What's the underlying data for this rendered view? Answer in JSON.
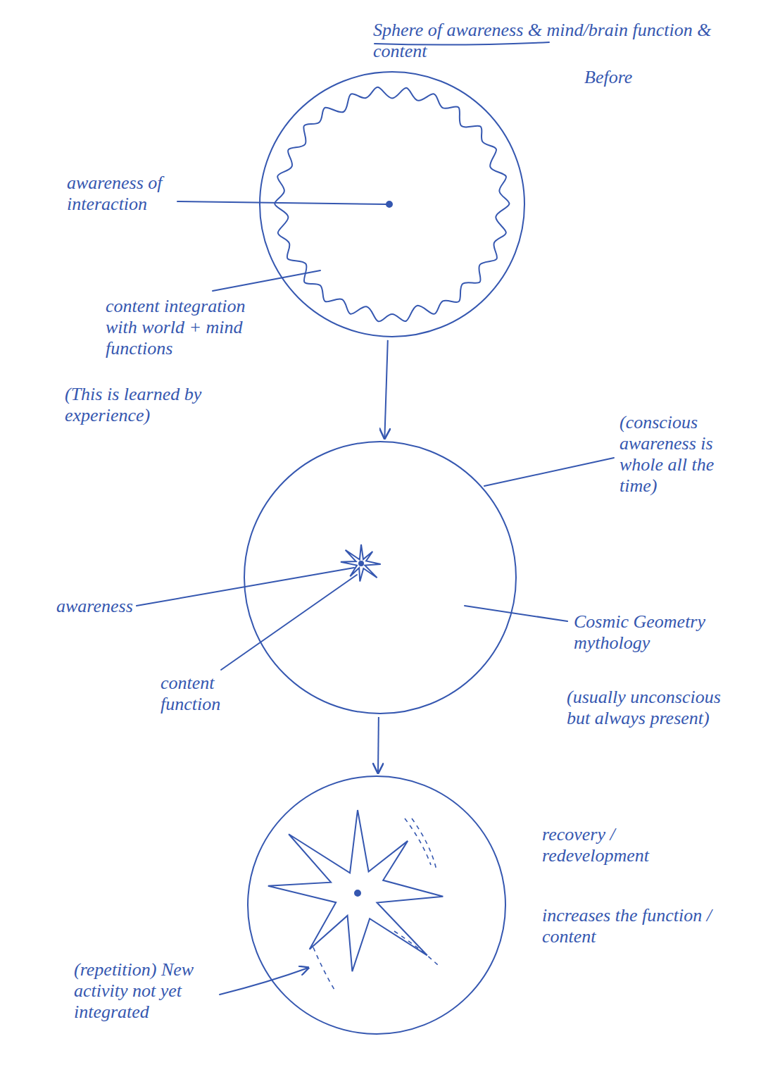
{
  "diagram": {
    "title": "Sphere of awareness & mind/brain function & content",
    "nodes": [
      {
        "text": [
          "Before"
        ]
      },
      {
        "text": [
          "(conscious awareness is whole all the time)"
        ]
      },
      {
        "text": [
          "recovery / redevelopment",
          "increases the function / content"
        ]
      }
    ],
    "edges": [
      {
        "from": 0,
        "to": 1,
        "arrow": "to"
      },
      {
        "from": 1,
        "to": 2,
        "arrow": "to"
      }
    ],
    "labels": [
      "awareness of interaction",
      "content integration with world + mind functions",
      "(This is learned by experience)",
      "awareness",
      "Cosmic Geometry mythology",
      "content function",
      "(usually unconscious but always present)",
      "(repetition) New activity not yet integrated"
    ]
  }
}
